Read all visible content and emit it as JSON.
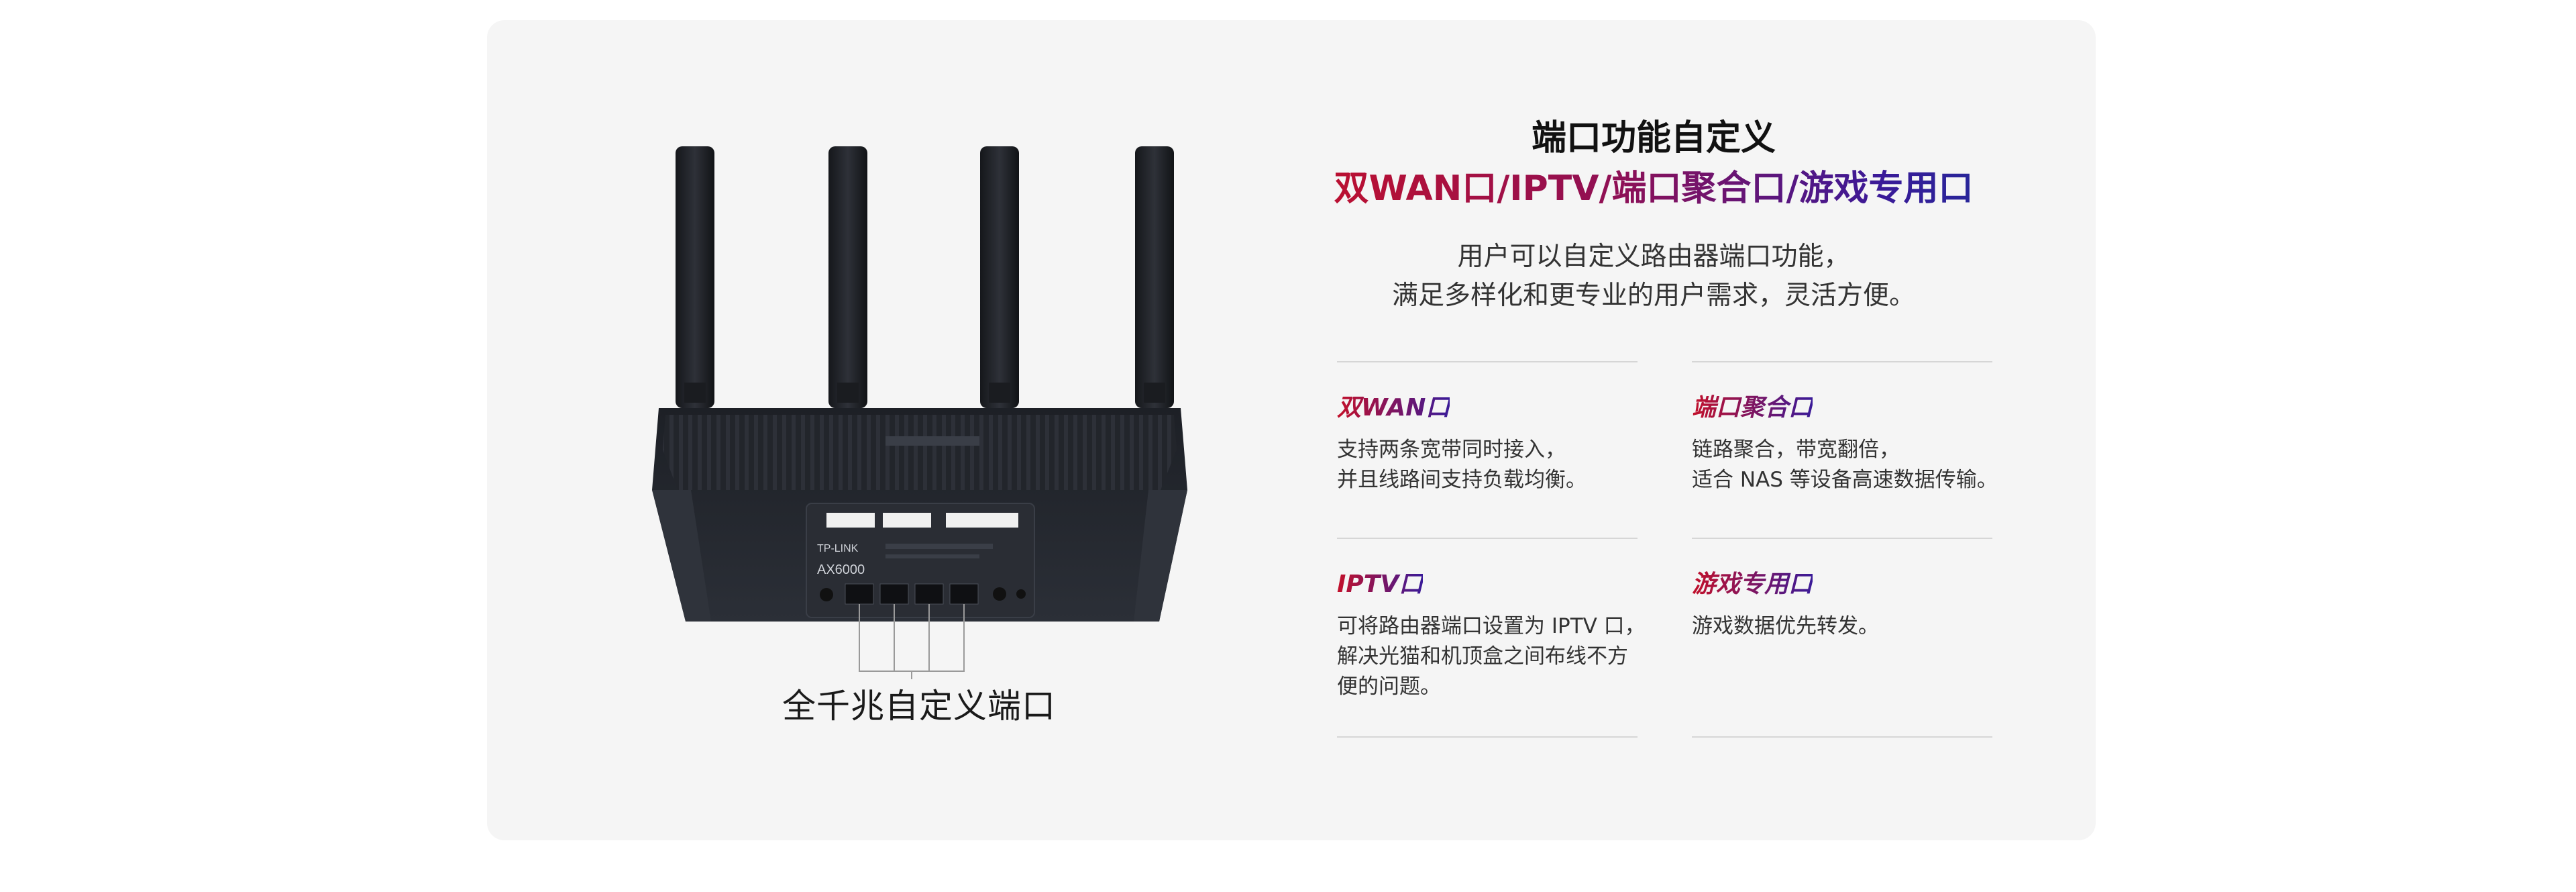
{
  "section": {
    "title": "端口功能自定义",
    "subtitle": "双WAN口/IPTV/端口聚合口/游戏专用口",
    "description": [
      "用户可以自定义路由器端口功能，",
      "满足多样化和更专业的用户需求，灵活方便。"
    ]
  },
  "product": {
    "caption": "全千兆自定义端口",
    "brand_logo": "TP-LINK",
    "model": "AX6000"
  },
  "features": [
    {
      "name": "双WAN口",
      "lines": [
        "支持两条宽带同时接入，",
        "并且线路间支持负载均衡。"
      ]
    },
    {
      "name": "端口聚合口",
      "lines": [
        "链路聚合，带宽翻倍，",
        "适合 NAS 等设备高速数据传输。"
      ]
    },
    {
      "name": "IPTV口",
      "lines": [
        "可将路由器端口设置为 IPTV 口，",
        "解决光猫和机顶盒之间布线不方",
        "便的问题。"
      ]
    },
    {
      "name": "游戏专用口",
      "lines": [
        "游戏数据优先转发。"
      ]
    }
  ],
  "colors": {
    "accent_start": "#c3102a",
    "accent_end": "#1c2d9a",
    "panel_bg": "#f5f5f5",
    "router_body": "#23262d"
  }
}
